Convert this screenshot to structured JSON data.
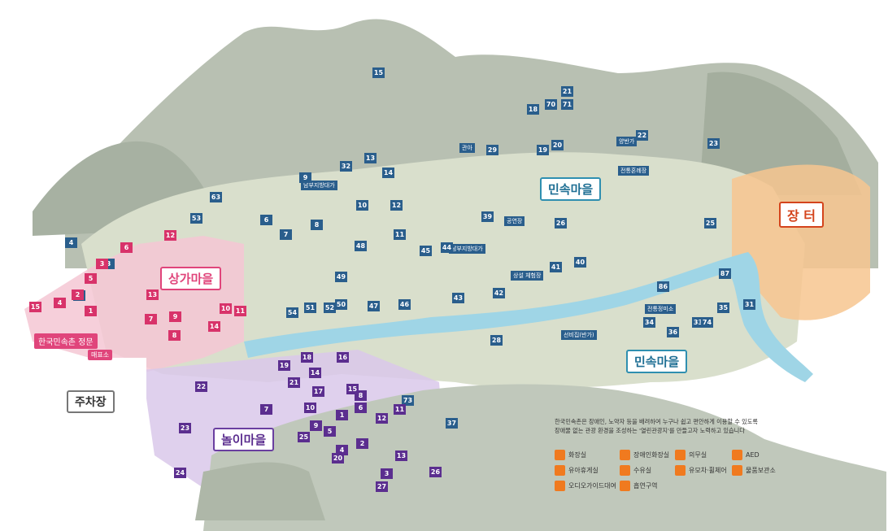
{
  "zones": {
    "sangga": "상가마을",
    "minsok_top": "민속마을",
    "minsok_bottom": "민속마을",
    "jangteo": "장 터",
    "nori": "놀이마을",
    "parking": "주차장"
  },
  "gate": {
    "main": "한국민속촌 정문",
    "ticket": "매표소"
  },
  "buildings": {
    "b22": "양반가",
    "b22b": "전통혼례장",
    "b39": "공연장",
    "b9": "남부지방대가",
    "b44": "남부지방대가",
    "b36": "선비집(반가)",
    "b34": "전통정미소",
    "mill": "상설 체험장",
    "b29": "관아"
  },
  "pins_blue": [
    "15",
    "21",
    "18",
    "70",
    "71",
    "22",
    "23",
    "29",
    "19",
    "20",
    "13",
    "14",
    "9",
    "32",
    "12",
    "10",
    "6",
    "7",
    "8",
    "11",
    "25",
    "26",
    "39",
    "45",
    "44",
    "41",
    "40",
    "42",
    "43",
    "47",
    "46",
    "48",
    "49",
    "53",
    "54",
    "51",
    "52",
    "50",
    "86",
    "87",
    "35",
    "31",
    "33",
    "74",
    "36",
    "34",
    "28",
    "63",
    "3",
    "4",
    "5",
    "73",
    "37",
    "2"
  ],
  "pins_pink": [
    "1",
    "2",
    "3",
    "4",
    "5",
    "6",
    "7",
    "8",
    "9",
    "10",
    "11",
    "12",
    "13",
    "14",
    "15"
  ],
  "pins_purple": [
    "16",
    "17",
    "18",
    "19",
    "20",
    "21",
    "22",
    "23",
    "24",
    "25",
    "26",
    "27",
    "1",
    "2",
    "3",
    "4",
    "5",
    "6",
    "7",
    "8",
    "9",
    "10",
    "11",
    "12",
    "13",
    "14",
    "15"
  ],
  "notice": {
    "line1": "한국민속촌은 장애인, 노약자 등을 배려하여 누구나 쉽고 편안하게 이용할 수 있도록",
    "line2": "장애물 없는 관광 환경을 조성하는 '열린관광지'를 만들고자 노력하고 있습니다"
  },
  "legend": [
    {
      "icon": "restroom-icon",
      "label": "화장실"
    },
    {
      "icon": "accessible-restroom-icon",
      "label": "장애인화장실"
    },
    {
      "icon": "first-aid-icon",
      "label": "의무실"
    },
    {
      "icon": "aed-icon",
      "label": "AED"
    },
    {
      "icon": "nursing-room-icon",
      "label": "유아휴게실"
    },
    {
      "icon": "nursing-icon",
      "label": "수유실"
    },
    {
      "icon": "stroller-wheelchair-icon",
      "label": "유모차·휠체어"
    },
    {
      "icon": "locker-icon",
      "label": "물품보관소"
    },
    {
      "icon": "audio-guide-icon",
      "label": "오디오가이드대여"
    },
    {
      "icon": "smoking-area-icon",
      "label": "흡연구역"
    }
  ],
  "colors": {
    "sangga": "#f5c7d3",
    "nori": "#d9c8ea",
    "jangteo": "#f7c58f",
    "water": "#9fd5e6",
    "mountain": "#9aa595",
    "facility": "#f07a1f"
  }
}
